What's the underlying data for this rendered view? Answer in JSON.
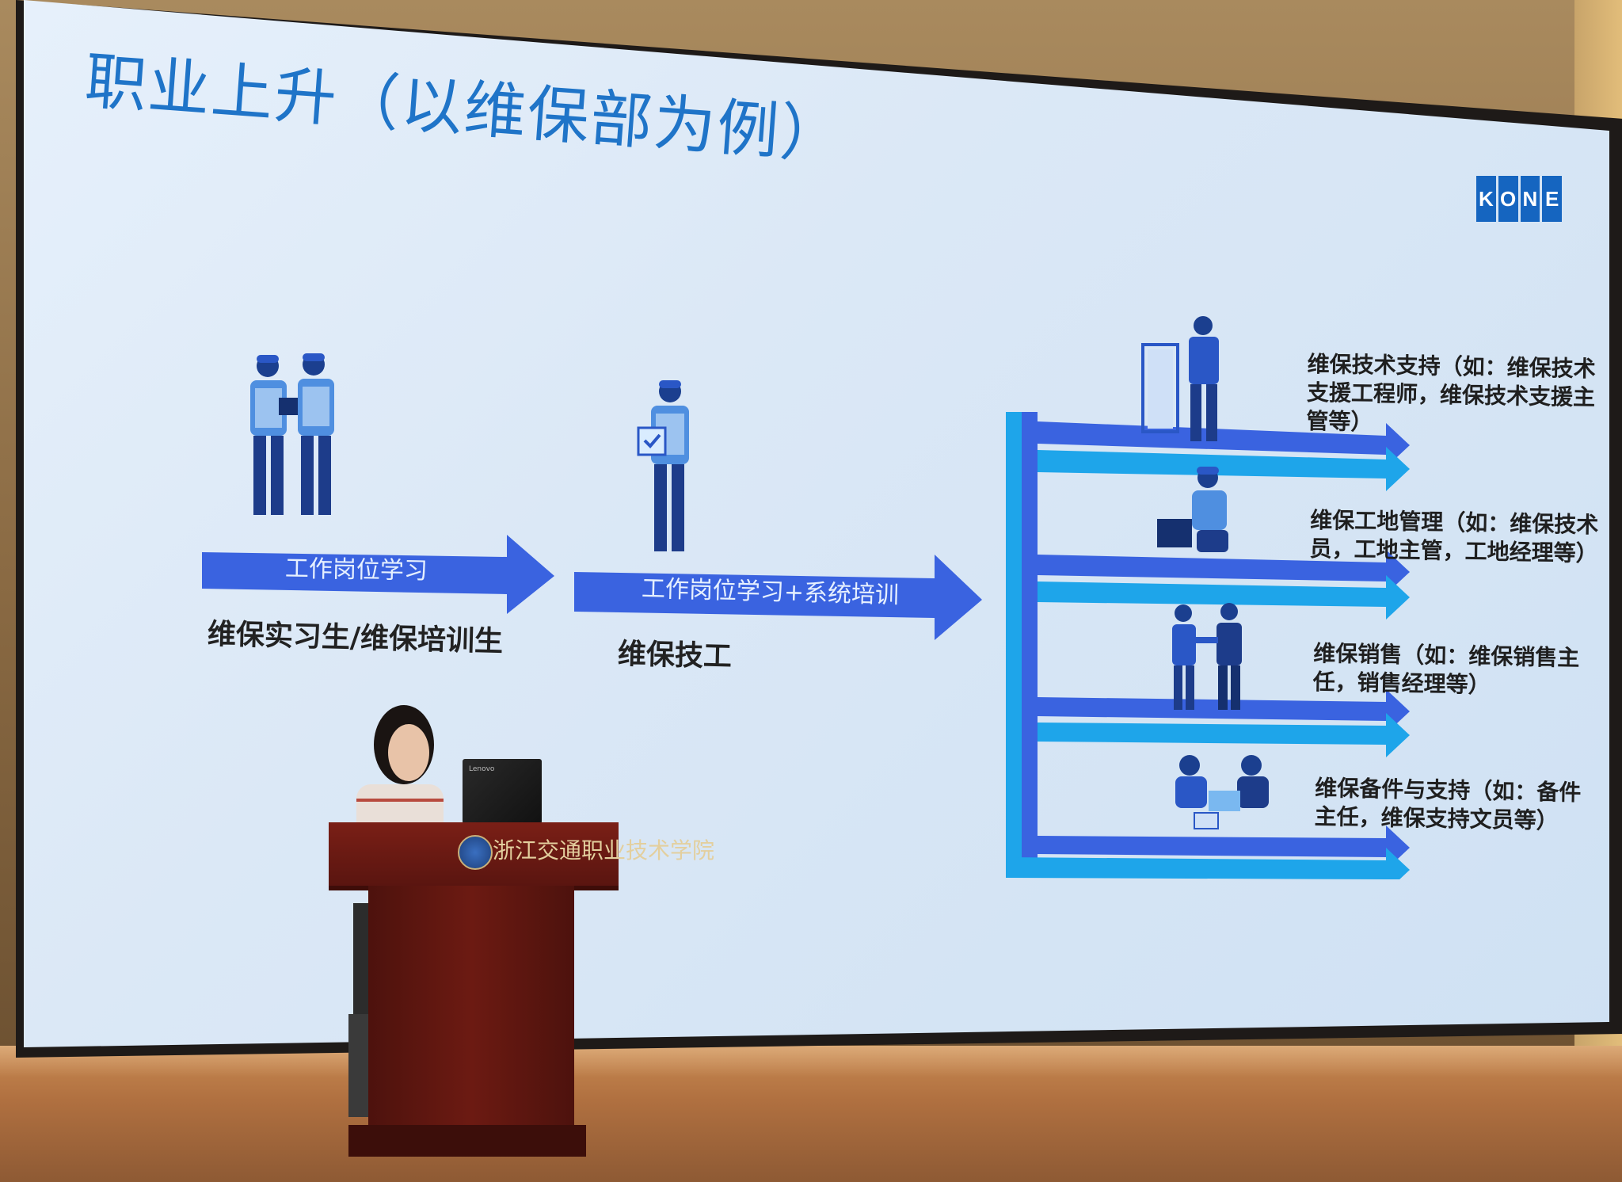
{
  "slide": {
    "title": "职业上升（以维保部为例）",
    "logo": "KONE",
    "logo_letters": [
      "K",
      "O",
      "N",
      "E"
    ],
    "colors": {
      "title": "#1f74c8",
      "arrow_dark": "#3a63e0",
      "arrow_light": "#1ea5ea",
      "logo": "#1565c0"
    },
    "stage1": {
      "arrow_label": "工作岗位学习",
      "caption": "维保实习生/维保培训生"
    },
    "stage2": {
      "arrow_label": "工作岗位学习+系统培训",
      "caption": "维保技工"
    },
    "roles": [
      {
        "line1": "维保技术支持（如：维保技术",
        "line2": "支援工程师，维保技术支援主",
        "line3": "管等）",
        "icon": "technician-door-icon"
      },
      {
        "line1": "维保工地管理（如：维保技术",
        "line2": "员，工地主管，工地经理等）",
        "line3": "",
        "icon": "site-manager-icon"
      },
      {
        "line1": "维保销售（如：维保销售主",
        "line2": "任，销售经理等）",
        "line3": "",
        "icon": "sales-handshake-icon"
      },
      {
        "line1": "维保备件与支持（如：备件",
        "line2": "主任，维保支持文员等）",
        "line3": "",
        "icon": "office-support-icon"
      }
    ]
  },
  "podium": {
    "school_name": "浙江交通职业技术学院",
    "laptop_brand": "Lenovo"
  }
}
